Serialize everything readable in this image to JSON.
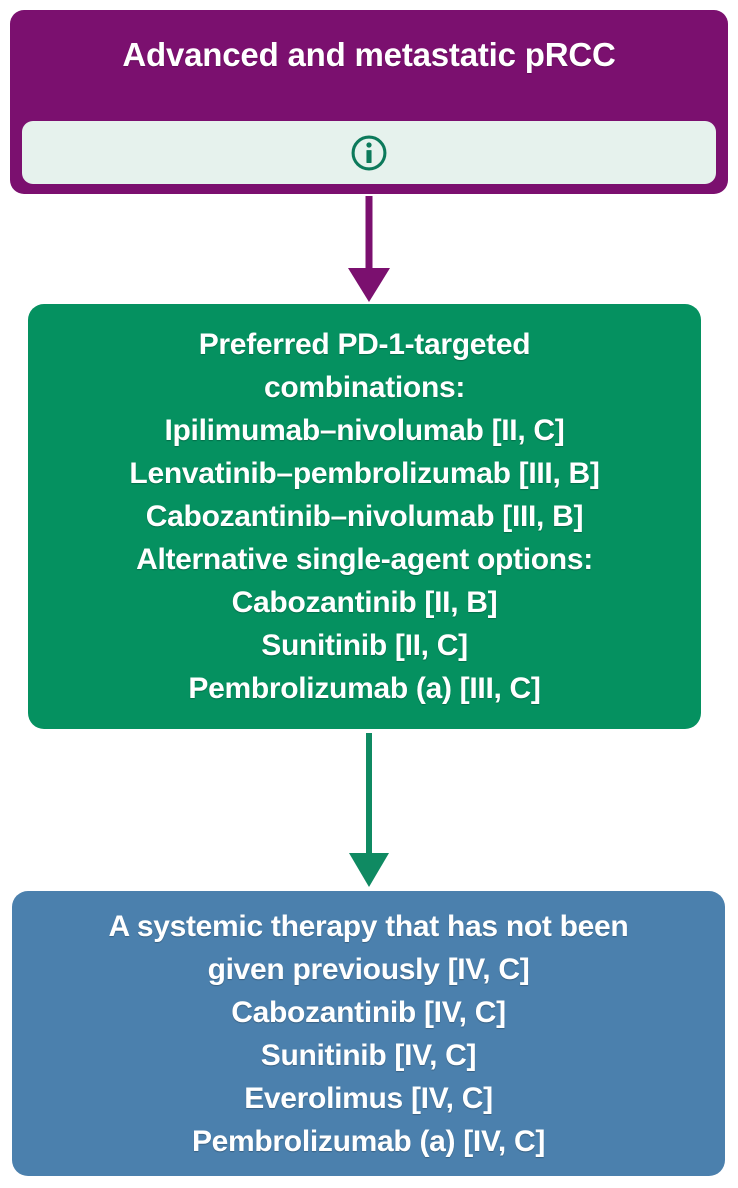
{
  "header": {
    "title": "Advanced and metastatic pRCC",
    "info_icon": "info-circle-icon",
    "color": "#7b106f",
    "banner_color": "#e6f2ed",
    "icon_color": "#0c7a5b"
  },
  "arrows": [
    {
      "name": "arrow-header-to-first-line",
      "color": "#7b106f",
      "direction": "down"
    },
    {
      "name": "arrow-first-line-to-subsequent",
      "color": "#0f8a62",
      "direction": "down"
    }
  ],
  "first_line": {
    "color": "#059160",
    "lines": [
      "Preferred PD-1-targeted",
      "combinations:",
      "Ipilimumab–nivolumab [II, C]",
      "Lenvatinib–pembrolizumab [III, B]",
      "Cabozantinib–nivolumab [III, B]",
      "Alternative single-agent options:",
      "Cabozantinib [II, B]",
      "Sunitinib [II, C]",
      "Pembrolizumab (a) [III, C]"
    ]
  },
  "subsequent_line": {
    "color": "#4b80ad",
    "lines": [
      "A systemic therapy that has not been",
      "given previously [IV, C]",
      "Cabozantinib [IV, C]",
      "Sunitinib [IV, C]",
      "Everolimus [IV, C]",
      "Pembrolizumab (a) [IV, C]"
    ]
  }
}
